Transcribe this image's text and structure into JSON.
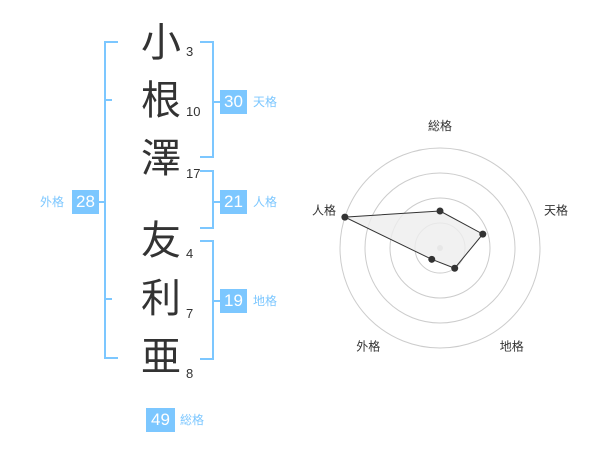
{
  "name": {
    "chars": [
      {
        "char": "小",
        "strokes": "3"
      },
      {
        "char": "根",
        "strokes": "10"
      },
      {
        "char": "澤",
        "strokes": "17"
      },
      {
        "char": "友",
        "strokes": "4"
      },
      {
        "char": "利",
        "strokes": "7"
      },
      {
        "char": "亜",
        "strokes": "8"
      }
    ]
  },
  "kaku": {
    "tenkaku": {
      "value": "30",
      "label": "天格"
    },
    "jinkaku": {
      "value": "21",
      "label": "人格"
    },
    "chikaku": {
      "value": "19",
      "label": "地格"
    },
    "gaikaku": {
      "value": "28",
      "label": "外格"
    },
    "soukaku": {
      "value": "49",
      "label": "総格"
    }
  },
  "colors": {
    "accent": "#7cc7ff",
    "text": "#333333",
    "grid": "#cccccc",
    "fill": "#eeeeee"
  },
  "chart_data": {
    "type": "radar",
    "axes": [
      "総格",
      "天格",
      "地格",
      "外格",
      "人格"
    ],
    "values": [
      0.37,
      0.45,
      0.25,
      0.14,
      1.0
    ],
    "rings": 4
  }
}
